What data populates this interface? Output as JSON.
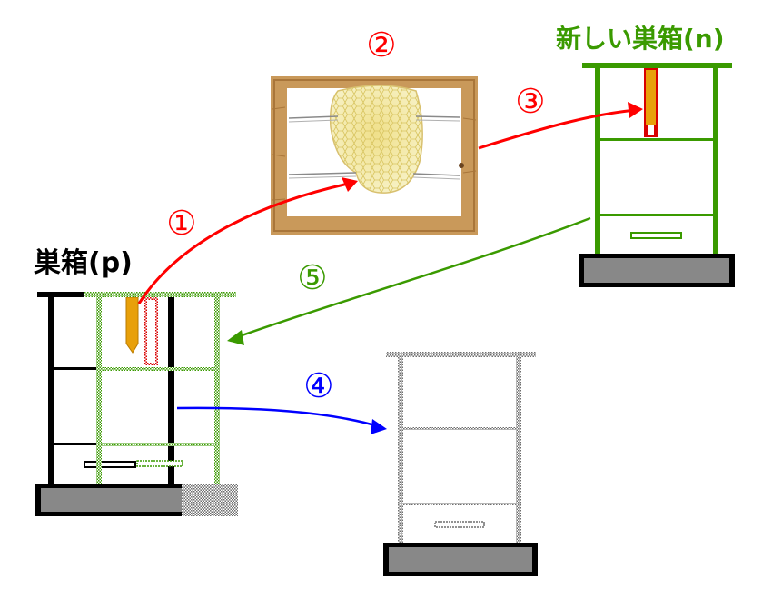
{
  "labels": {
    "hive_p": "巣箱(p)",
    "hive_n": "新しい巣箱(n)"
  },
  "steps": [
    {
      "symbol": "①",
      "color": "#ff0000"
    },
    {
      "symbol": "②",
      "color": "#ff0000"
    },
    {
      "symbol": "③",
      "color": "#ff0000"
    },
    {
      "symbol": "④",
      "color": "#0000ff"
    },
    {
      "symbol": "⑤",
      "color": "#3a9a00"
    }
  ],
  "colors": {
    "red": "#ff0000",
    "green": "#3a9a00",
    "blue": "#0000ff",
    "hive_black": "#000000",
    "stand_gray": "#888888",
    "dotted_gray": "#7a7a7a",
    "honey_orange": "#e8a00a",
    "wood": "#c9995a"
  }
}
